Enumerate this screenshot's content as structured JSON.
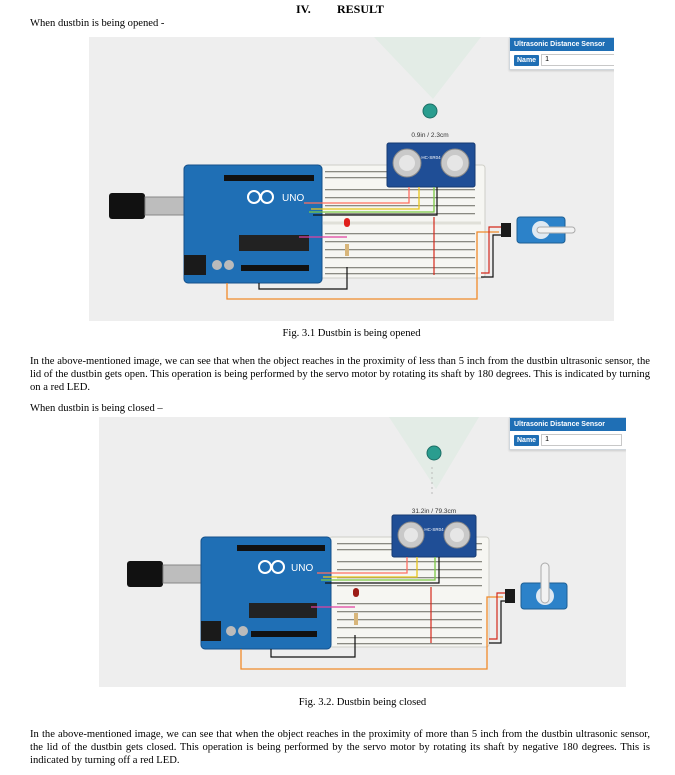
{
  "section": {
    "number": "IV.",
    "title": "RESULT"
  },
  "open_intro": "When dustbin is being opened -",
  "figure1": {
    "caption": "Fig. 3.1 Dustbin is being opened",
    "distance_readout": "0.9in / 2.3cm",
    "panel": {
      "title": "Ultrasonic Distance Sensor",
      "name_label": "Name",
      "name_value": "1"
    },
    "board_label": "UNO",
    "sensor_label": "HC-SR04",
    "led_state": "on",
    "colors": {
      "led": "#e0201c",
      "board": "#1f6fb5",
      "servo": "#2c82c9",
      "object": "#2a9d8f"
    }
  },
  "paragraph1": "In the above-mentioned image, we can see that when the object reaches in the proximity of less than 5 inch from the dustbin ultrasonic sensor, the lid of the dustbin gets open. This operation is being performed by the servo motor by rotating its shaft by 180 degrees.  This is indicated by turning on a red LED.",
  "close_intro": "When dustbin is being closed –",
  "figure2": {
    "caption": "Fig. 3.2. Dustbin being closed",
    "distance_readout": "31.2in / 79.3cm",
    "panel": {
      "title": "Ultrasonic Distance Sensor",
      "name_label": "Name",
      "name_value": "1"
    },
    "board_label": "UNO",
    "sensor_label": "HC-SR04",
    "led_state": "off",
    "colors": {
      "led": "#9c1c16",
      "board": "#1f6fb5",
      "servo": "#2c82c9",
      "object": "#2a9d8f"
    }
  },
  "paragraph2": "In the above-mentioned image, we can see that when the object reaches in the proximity of more than 5 inch from the dustbin ultrasonic sensor, the lid of the dustbin gets closed. This operation is being performed by the servo motor by rotating its shaft by negative 180 degrees.  This is indicated by turning off a red LED."
}
